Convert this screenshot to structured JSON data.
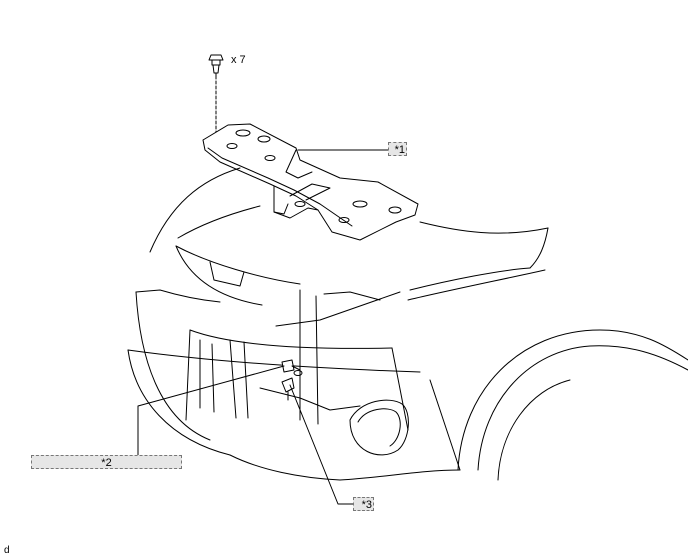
{
  "diagram": {
    "quantity_label": "x 7",
    "callouts": [
      {
        "id": "c1",
        "text": "*1"
      },
      {
        "id": "c2",
        "text": "*2"
      },
      {
        "id": "c3",
        "text": "*3"
      }
    ],
    "corner_code": "d"
  },
  "colors": {
    "line": "#000000",
    "callout_fill": "#e6e6e6",
    "callout_border": "#777777"
  }
}
